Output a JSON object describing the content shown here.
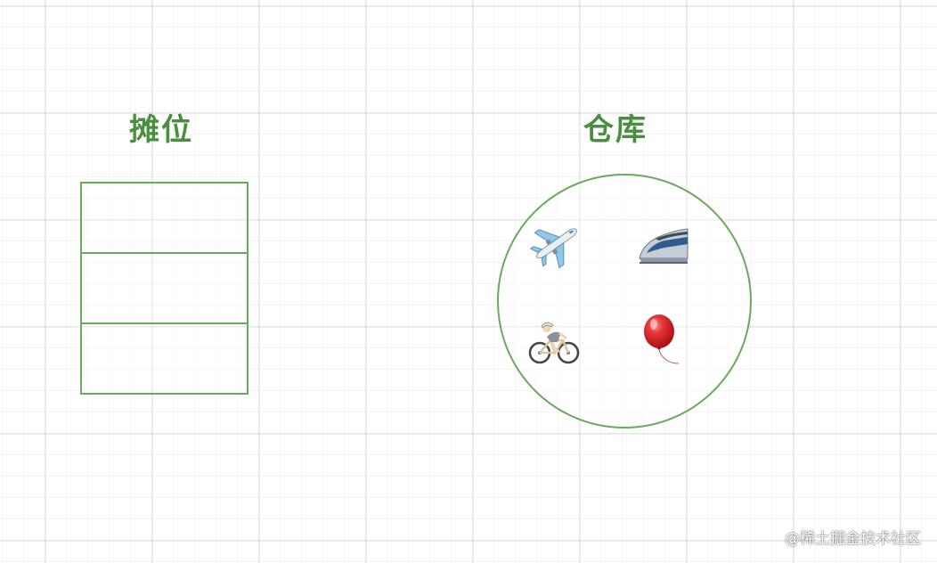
{
  "labels": {
    "stall": "摊位",
    "warehouse": "仓库"
  },
  "stall": {
    "slots": [
      "",
      "",
      ""
    ]
  },
  "warehouse": {
    "items": [
      "airplane",
      "high-speed-train",
      "cyclist",
      "balloon"
    ]
  },
  "watermark": "@稀土掘金技术社区",
  "colors": {
    "title_green": "#4a8f3f",
    "outline_green": "#6aaa5c",
    "grid": "#e6e6e6"
  }
}
